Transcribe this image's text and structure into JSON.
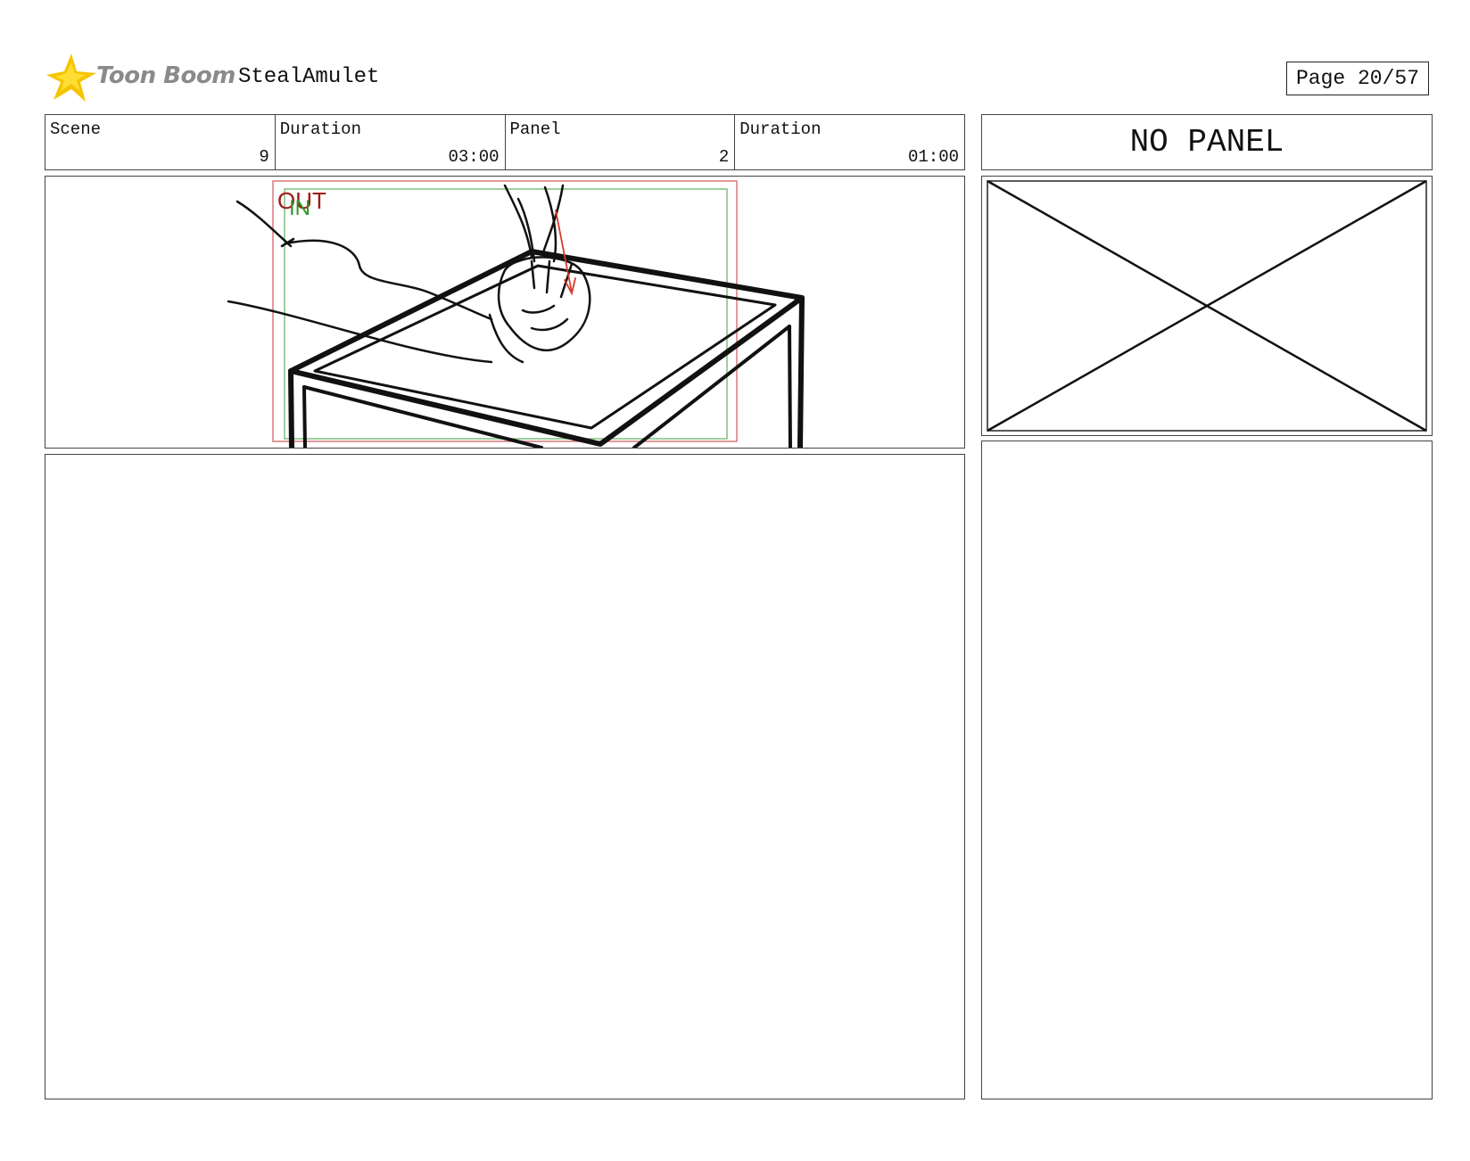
{
  "header": {
    "logo_text": "Toon Boom",
    "project_title": "StealAmulet",
    "page_label": "Page 20/57"
  },
  "info": {
    "scene_label": "Scene",
    "scene_value": "9",
    "duration_label": "Duration",
    "duration_value": "03:00",
    "panel_label": "Panel",
    "panel_value": "2",
    "panel_duration_label": "Duration",
    "panel_duration_value": "01:00"
  },
  "side": {
    "no_panel_label": "NO PANEL"
  },
  "frame": {
    "out_label": "OUT",
    "in_label": "IN",
    "out_color": "#a01818",
    "in_color": "#2c9a2c"
  },
  "icons": {
    "logo": "toon-boom-star-icon"
  }
}
